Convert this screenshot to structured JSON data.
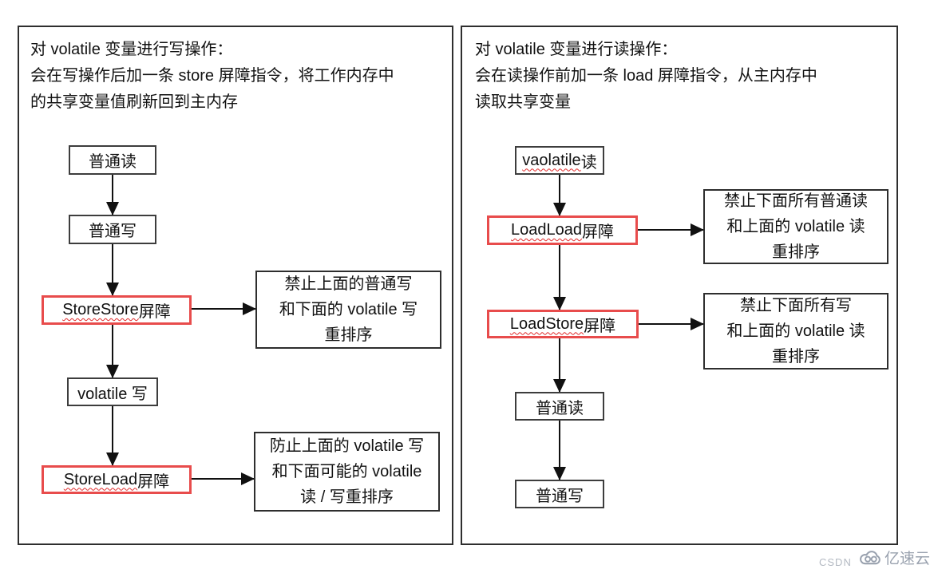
{
  "colors": {
    "barrier_border_red": "#e84c4c",
    "squiggle_red": "#e02b2b",
    "line_black": "#111111",
    "box_border_black": "#3d3d3d",
    "watermark_csdn_gray": "#b3b9c2",
    "watermark_brand_gray": "#99a1ae"
  },
  "left_panel": {
    "title_lines": [
      "对 volatile 变量进行写操作：",
      "会在写操作后加一条 store 屏障指令，将工作内存中",
      "的共享变量值刷新回到主内存"
    ],
    "flow": [
      {
        "label": "普通读"
      },
      {
        "label": "普通写"
      },
      {
        "word": "StoreStore",
        "rest": " 屏障"
      },
      {
        "label": "volatile 写"
      },
      {
        "word": "StoreLoad",
        "rest": " 屏障"
      }
    ],
    "notes": [
      {
        "line1": "禁止上面的普通写",
        "line2": "和下面的 volatile 写",
        "line3": "重排序"
      },
      {
        "line1": "防止上面的 volatile 写",
        "line2": "和下面可能的 volatile",
        "line3": "读 / 写重排序"
      }
    ]
  },
  "right_panel": {
    "title_lines": [
      "对 volatile 变量进行读操作：",
      "会在读操作前加一条 load 屏障指令，从主内存中",
      "读取共享变量"
    ],
    "flow": [
      {
        "word": "vaolatile",
        "rest": " 读"
      },
      {
        "word": "LoadLoad",
        "rest": " 屏障"
      },
      {
        "word": "LoadStore",
        "rest": " 屏障"
      },
      {
        "label": "普通读"
      },
      {
        "label": "普通写"
      }
    ],
    "notes": [
      {
        "line1": "禁止下面所有普通读",
        "line2": "和上面的 volatile 读",
        "line3": "重排序"
      },
      {
        "line1": "禁止下面所有写",
        "line2": "和上面的 volatile 读",
        "line3": "重排序"
      }
    ]
  },
  "watermark": {
    "csdn": "CSDN",
    "brand": "亿速云",
    "logo_icon": "cloud-two-rings"
  }
}
